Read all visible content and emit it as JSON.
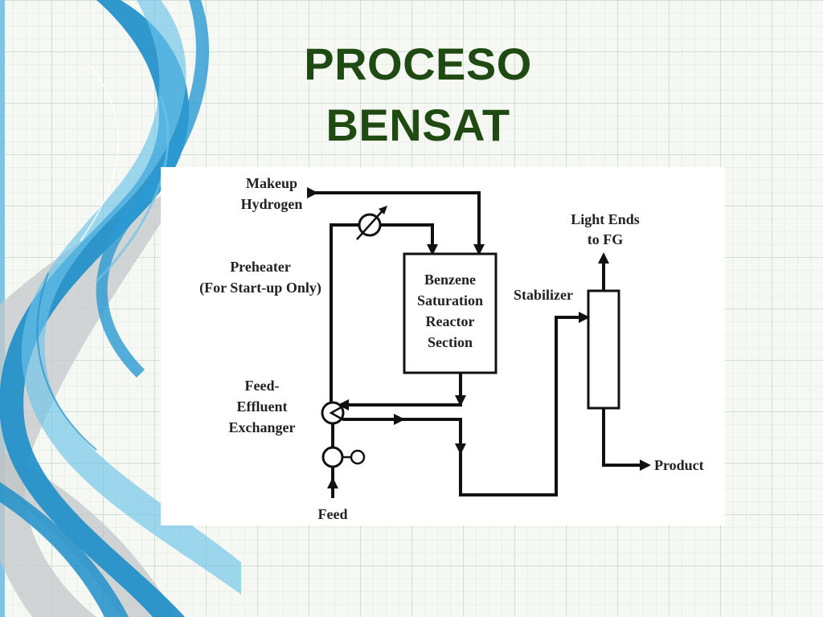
{
  "slide": {
    "title": "PROCESO BENSAT"
  },
  "diagram": {
    "labels": {
      "makeup_line1": "Makeup",
      "makeup_line2": "Hydrogen",
      "preheater_line1": "Preheater",
      "preheater_line2": "(For Start-up Only)",
      "exchanger_line1": "Feed-",
      "exchanger_line2": "Effluent",
      "exchanger_line3": "Exchanger",
      "feed": "Feed",
      "reactor_line1": "Benzene",
      "reactor_line2": "Saturation",
      "reactor_line3": "Reactor",
      "reactor_line4": "Section",
      "stabilizer": "Stabilizer",
      "light_ends_line1": "Light Ends",
      "light_ends_line2": "to FG",
      "product": "Product"
    },
    "colors": {
      "line": "#111111",
      "text": "#222222",
      "title": "#1f4a12",
      "ribbon_blue": "#1f8fc9",
      "ribbon_light_blue": "#6cc3ea",
      "ribbon_gray": "#b9bdbf"
    }
  }
}
